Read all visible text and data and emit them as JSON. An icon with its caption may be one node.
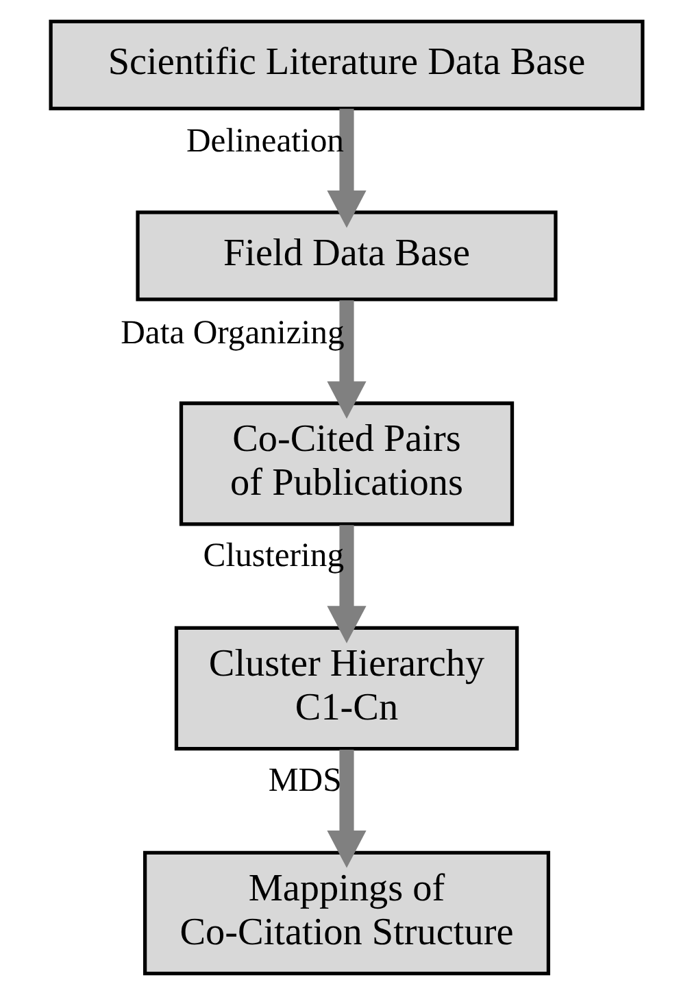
{
  "diagram": {
    "nodes": [
      {
        "text": [
          "Scientific Literature Data Base"
        ]
      },
      {
        "text": [
          "Field Data Base"
        ]
      },
      {
        "text": [
          "Co-Cited Pairs of Publications"
        ]
      },
      {
        "text": [
          "Cluster Hierarchy C1-Cn"
        ]
      },
      {
        "text": [
          "Mappings of Co-Citation Structure"
        ]
      }
    ],
    "edges": [
      {
        "from": 0,
        "to": 1,
        "arrow": "to",
        "label": "Delineation"
      },
      {
        "from": 1,
        "to": 2,
        "arrow": "to",
        "label": "Data Organizing"
      },
      {
        "from": 2,
        "to": 3,
        "arrow": "to",
        "label": "Clustering"
      },
      {
        "from": 3,
        "to": 4,
        "arrow": "to",
        "label": "MDS"
      }
    ]
  }
}
